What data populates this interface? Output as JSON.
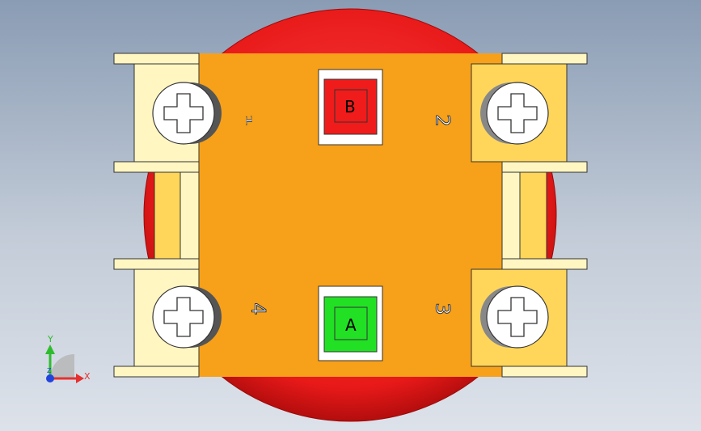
{
  "viewport": {
    "background": [
      "#8a9cb4",
      "#dde2ea"
    ]
  },
  "model": {
    "cap_color": "#e81919",
    "body_color": "#f7a019",
    "terminal_left_color": "#fff6c2",
    "terminal_right_color": "#ffd65a",
    "terminals": [
      {
        "label": "1",
        "position": "top-left"
      },
      {
        "label": "2",
        "position": "top-right"
      },
      {
        "label": "4",
        "position": "bottom-left"
      },
      {
        "label": "3",
        "position": "bottom-right"
      }
    ],
    "contact_plates": [
      {
        "label": "B",
        "color": "#f01b1b",
        "position": "top"
      },
      {
        "label": "A",
        "color": "#22e024",
        "position": "bottom"
      }
    ]
  },
  "triad": {
    "x_label": "X",
    "y_label": "Y",
    "z_label": "Z",
    "x_color": "#e53030",
    "y_color": "#2ebc2e",
    "z_color": "#2244dd"
  }
}
